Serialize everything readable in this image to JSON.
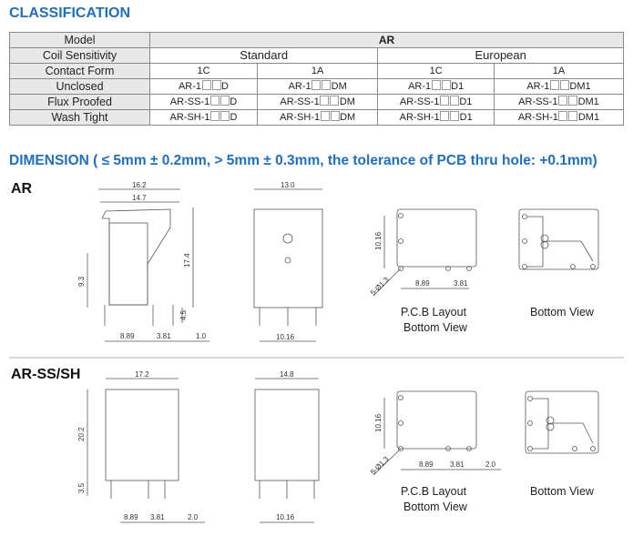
{
  "classification": {
    "title": "CLASSIFICATION",
    "model_label": "Model",
    "model": "AR",
    "coil_label": "Coil Sensitivity",
    "coil": [
      "Standard",
      "European"
    ],
    "contact_label": "Contact Form",
    "contact": [
      "1C",
      "1A",
      "1C",
      "1A"
    ],
    "rows": [
      {
        "label": "Unclosed",
        "cells": [
          [
            "AR-1",
            "D"
          ],
          [
            "AR-1",
            "DM"
          ],
          [
            "AR-1",
            "D1"
          ],
          [
            "AR-1",
            "DM1"
          ]
        ]
      },
      {
        "label": "Flux Proofed",
        "cells": [
          [
            "AR-SS-1",
            "D"
          ],
          [
            "AR-SS-1",
            "DM"
          ],
          [
            "AR-SS-1",
            "D1"
          ],
          [
            "AR-SS-1",
            "DM1"
          ]
        ]
      },
      {
        "label": "Wash Tight",
        "cells": [
          [
            "AR-SH-1",
            "D"
          ],
          [
            "AR-SH-1",
            "DM"
          ],
          [
            "AR-SH-1",
            "D1"
          ],
          [
            "AR-SH-1",
            "DM1"
          ]
        ]
      }
    ]
  },
  "dimension": {
    "title": "DIMENSION ( ≤ 5mm ± 0.2mm, > 5mm ± 0.3mm, the tolerance of PCB thru hole: +0.1mm)",
    "ar": {
      "label": "AR",
      "w1": "16.2",
      "w2": "14.7",
      "h1": "17.4",
      "h2": "9.3",
      "pin": "4.5",
      "p1": "8.89",
      "p2": "3.81",
      "p3": "1.0",
      "front_w": "13.0",
      "front_p": "10.16",
      "pcb_h": "10.16",
      "pcb_hole": "5-Ø1.3",
      "pcb_p1": "8.89",
      "pcb_p2": "3.81"
    },
    "ss": {
      "label": "AR-SS/SH",
      "w1": "17.2",
      "h1": "20.2",
      "pin": "3.5",
      "p1": "8.89",
      "p2": "3.81",
      "p3": "2.0",
      "front_w": "14.8",
      "front_p": "10.16",
      "pcb_h": "10.16",
      "pcb_hole": "5-Ø1.3",
      "pcb_p1": "8.89",
      "pcb_p2": "3.81",
      "pcb_p3": "2.0"
    },
    "pcb_caption": [
      "P.C.B Layout",
      "Bottom View"
    ],
    "bottom_caption": "Bottom View"
  }
}
